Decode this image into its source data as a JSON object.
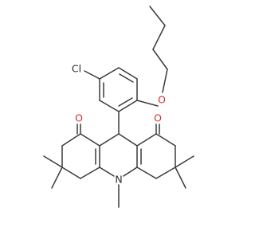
{
  "molecule": {
    "atoms": {
      "cl": {
        "label": "Cl",
        "color": "#2a2a2a"
      },
      "o_ether": {
        "label": "O",
        "color": "#d32f2f"
      },
      "o_ketone_left": {
        "label": "O",
        "color": "#d32f2f"
      },
      "o_ketone_right": {
        "label": "O",
        "color": "#d32f2f"
      },
      "n_ring": {
        "label": "N",
        "color": "#2a2a2a"
      }
    },
    "bond_color": "#3a3a3a",
    "background": "#ffffff"
  }
}
